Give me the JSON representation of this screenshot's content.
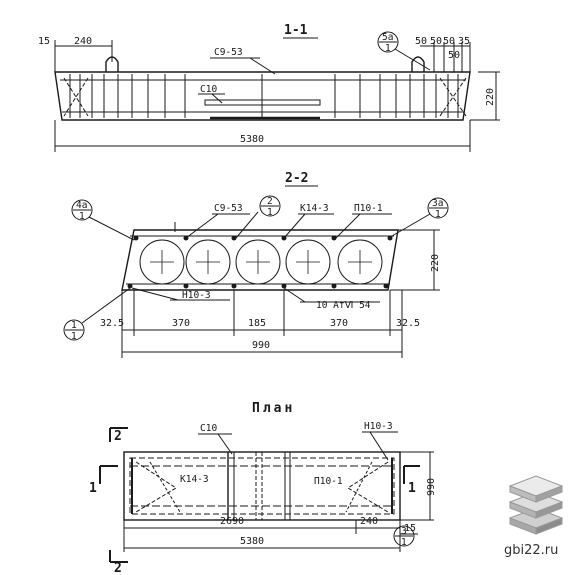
{
  "section_1_1": {
    "title": "1-1",
    "dim_15": "15",
    "dim_240": "240",
    "bar_c9_53": "С9-53",
    "callout_num": "5а",
    "callout_den": "1",
    "dim_50a": "50",
    "dim_50b": "50",
    "dim_50c": "50",
    "dim_35": "35",
    "dim_50d": "50",
    "bar_c10": "С10",
    "height_220": "220",
    "length_5380": "5380"
  },
  "section_2_2": {
    "title": "2-2",
    "c4a_num": "4а",
    "c4a_den": "1",
    "bar_c9_53": "С9-53",
    "c2_num": "2",
    "c2_den": "1",
    "bar_k14_3": "К14-3",
    "bar_p10_1": "П10-1",
    "c3a_num": "3а",
    "c3a_den": "1",
    "height_220": "220",
    "bar_n10_3": "Н10-3",
    "bar_10atv": "10 АтⅥ 54",
    "c1_num": "1",
    "c1_den": "1",
    "dim_32_5_left": "32.5",
    "dim_370_left": "370",
    "dim_185": "185",
    "dim_370_right": "370",
    "dim_32_5_right": "32.5",
    "width_990": "990"
  },
  "plan": {
    "title": "План",
    "section_mark_2_top": "2",
    "section_mark_1_left": "1",
    "section_mark_1_right": "1",
    "section_mark_2_bottom": "2",
    "bar_c10": "С10",
    "bar_n10_3": "Н10-3",
    "bar_k14_3": "К14-3",
    "bar_p10_1": "П10-1",
    "width_990": "990",
    "dim_2690": "2690",
    "dim_240": "240",
    "length_5380": "5380",
    "dim_15": "15",
    "c3_num": "3",
    "c3_den": "1"
  },
  "watermark": {
    "text": "gbi22.ru"
  }
}
